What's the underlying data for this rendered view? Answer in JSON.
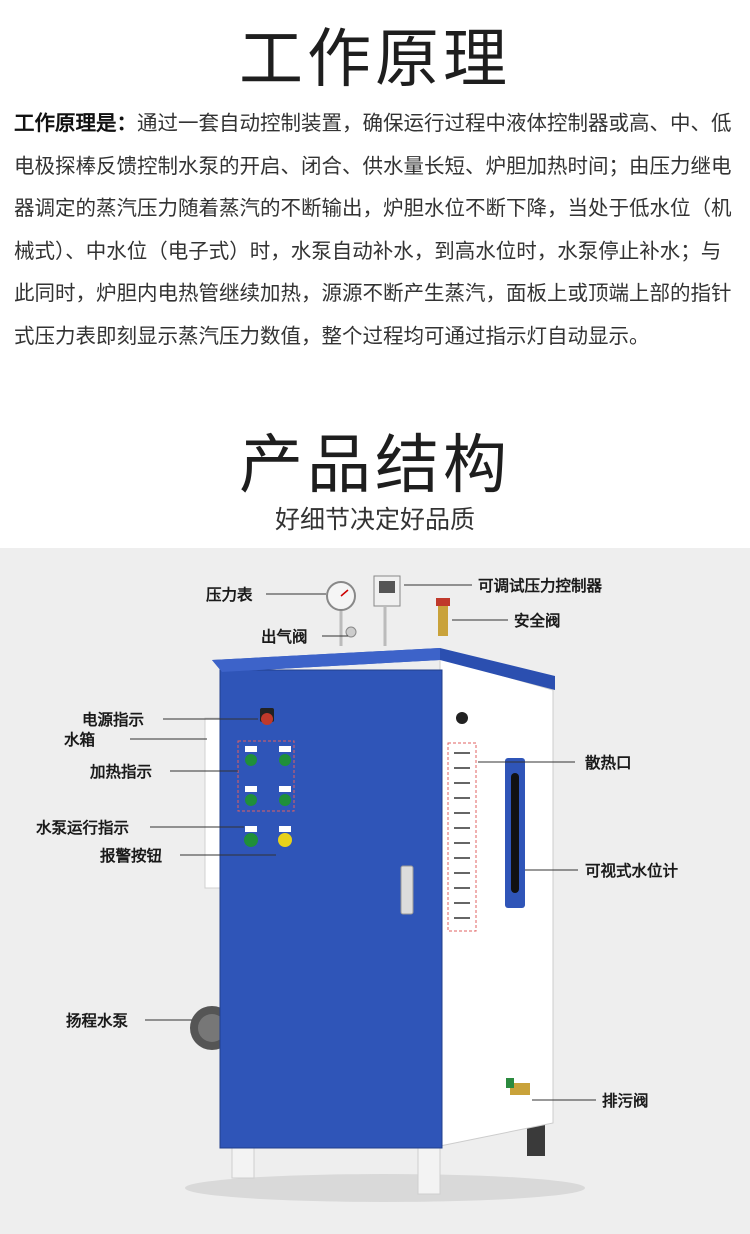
{
  "title1": "工作原理",
  "intro": {
    "lead": "工作原理是：",
    "body": "通过一套自动控制装置，确保运行过程中液体控制器或高、中、低电极探棒反馈控制水泵的开启、闭合、供水量长短、炉胆加热时间；由压力继电器调定的蒸汽压力随着蒸汽的不断输出，炉胆水位不断下降，当处于低水位（机械式）、中水位（电子式）时，水泵自动补水，到高水位时，水泵停止补水；与此同时，炉胆内电热管继续加热，源源不断产生蒸汽，面板上或顶端上部的指针式压力表即刻显示蒸汽压力数值，整个过程均可通过指示灯自动显示。"
  },
  "title2": "产品结构",
  "subtitle": "好细节决定好品质",
  "labels": {
    "pressure_gauge": "压力表",
    "steam_outlet": "出气阀",
    "pressure_controller": "可调试压力控制器",
    "safety_valve": "安全阀",
    "power_indicator": "电源指示",
    "water_tank": "水箱",
    "heating_indicator": "加热指示",
    "pump_indicator": "水泵运行指示",
    "alarm_button": "报警按钮",
    "heat_vent": "散热口",
    "water_level_gauge": "可视式水位计",
    "lift_pump": "扬程水泵",
    "drain_valve": "排污阀"
  },
  "colors": {
    "panel_blue": "#2f55b8",
    "top_blue": "#2b4fb0",
    "indicator_red": "#c0392b",
    "indicator_green": "#1f8f3a",
    "alarm_yellow": "#e8d21a",
    "callout_box_red": "#e06060"
  }
}
